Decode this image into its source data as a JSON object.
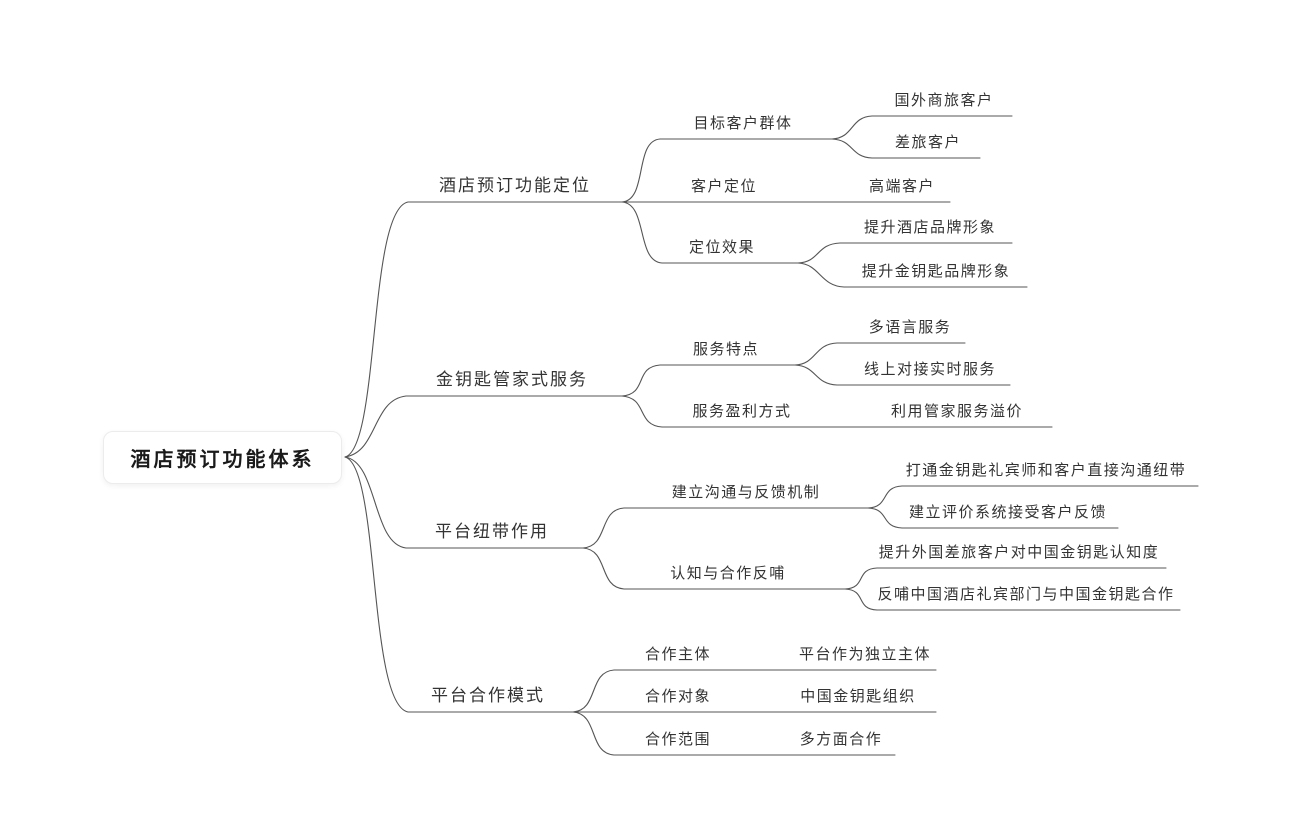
{
  "canvas": {
    "background_color": "#ffffff",
    "line_color": "#555555",
    "text_color": "#333333",
    "root_box_color": "#ffffff"
  },
  "mindmap": {
    "root": {
      "text": "酒店预订功能体系"
    },
    "branches": [
      {
        "text": "酒店预订功能定位",
        "children": [
          {
            "text": "目标客户群体",
            "children": [
              {
                "text": "国外商旅客户"
              },
              {
                "text": "差旅客户"
              }
            ]
          },
          {
            "text": "客户定位",
            "children": [
              {
                "text": "高端客户"
              }
            ]
          },
          {
            "text": "定位效果",
            "children": [
              {
                "text": "提升酒店品牌形象"
              },
              {
                "text": "提升金钥匙品牌形象"
              }
            ]
          }
        ]
      },
      {
        "text": "金钥匙管家式服务",
        "children": [
          {
            "text": "服务特点",
            "children": [
              {
                "text": "多语言服务"
              },
              {
                "text": "线上对接实时服务"
              }
            ]
          },
          {
            "text": "服务盈利方式",
            "children": [
              {
                "text": "利用管家服务溢价"
              }
            ]
          }
        ]
      },
      {
        "text": "平台纽带作用",
        "children": [
          {
            "text": "建立沟通与反馈机制",
            "children": [
              {
                "text": "打通金钥匙礼宾师和客户直接沟通纽带"
              },
              {
                "text": "建立评价系统接受客户反馈"
              }
            ]
          },
          {
            "text": "认知与合作反哺",
            "children": [
              {
                "text": "提升外国差旅客户对中国金钥匙认知度"
              },
              {
                "text": "反哺中国酒店礼宾部门与中国金钥匙合作"
              }
            ]
          }
        ]
      },
      {
        "text": "平台合作模式",
        "children": [
          {
            "text": "合作主体",
            "children": [
              {
                "text": "平台作为独立主体"
              }
            ]
          },
          {
            "text": "合作对象",
            "children": [
              {
                "text": "中国金钥匙组织"
              }
            ]
          },
          {
            "text": "合作范围",
            "children": [
              {
                "text": "多方面合作"
              }
            ]
          }
        ]
      }
    ]
  }
}
